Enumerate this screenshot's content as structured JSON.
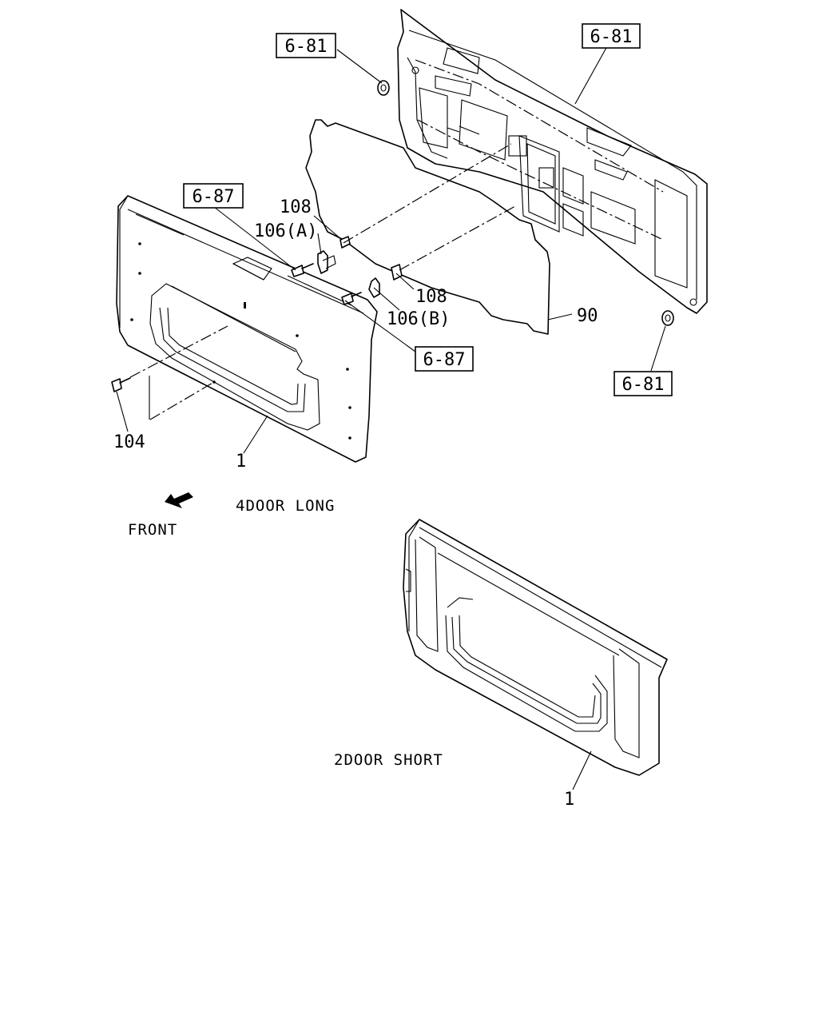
{
  "callouts": {
    "ref_681_top_left": "6-81",
    "ref_681_top_right": "6-81",
    "ref_681_bottom_right": "6-81",
    "ref_687_upper": "6-87",
    "ref_687_lower": "6-87"
  },
  "part_numbers": {
    "p108_upper": "108",
    "p106a": "106(A)",
    "p108_lower": "108",
    "p106b": "106(B)",
    "p90": "90",
    "p104": "104",
    "p1_long": "1",
    "p1_short": "1"
  },
  "captions": {
    "front": "FRONT",
    "variant_long": "4DOOR LONG",
    "variant_short": "2DOOR SHORT"
  },
  "icons": {
    "front_arrow": "front-direction-arrow-icon"
  }
}
